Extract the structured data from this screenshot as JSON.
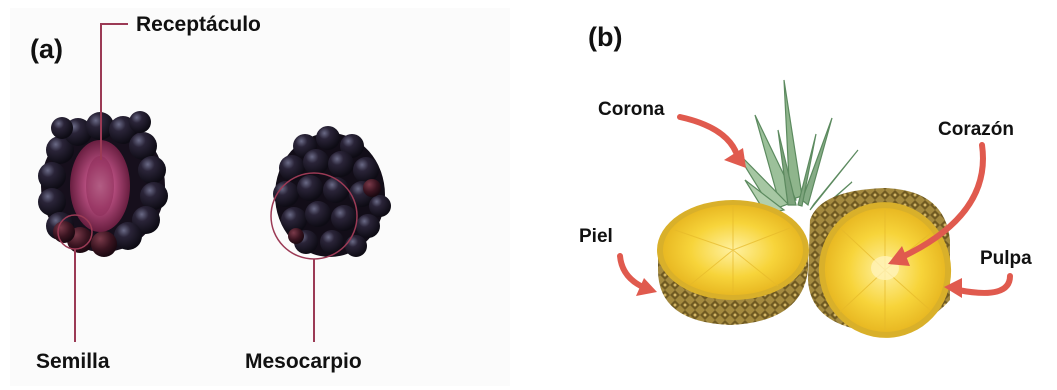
{
  "panel_a": {
    "label": "(a)",
    "annotations": {
      "receptaculo": "Receptáculo",
      "semilla": "Semilla",
      "mesocarpio": "Mesocarpio"
    },
    "colors": {
      "leader_line": "#9b3a55",
      "berry": "#1d1a2b",
      "receptacle": "#b04a7a"
    }
  },
  "panel_b": {
    "label": "(b)",
    "annotations": {
      "corona": "Corona",
      "corazon": "Corazón",
      "piel": "Piel",
      "pulpa": "Pulpa"
    },
    "colors": {
      "arrow": "#e05a4e",
      "flesh": "#f7d43a",
      "crown": "#7aa07a"
    }
  }
}
